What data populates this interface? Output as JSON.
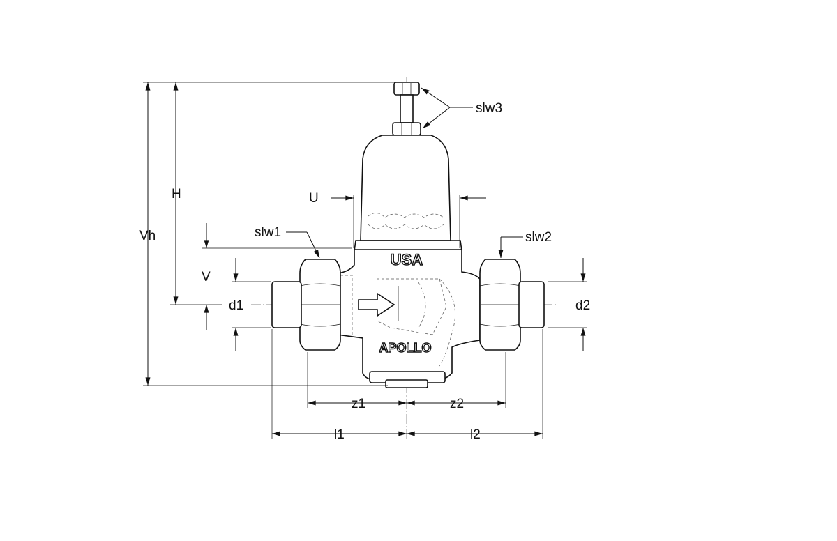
{
  "labels": {
    "slw3": "slw3",
    "slw1": "slw1",
    "slw2": "slw2",
    "H": "H",
    "U": "U",
    "Vh": "Vh",
    "V": "V",
    "d1": "d1",
    "d2": "d2",
    "z1": "z1",
    "z2": "z2",
    "l1": "l1",
    "l2": "l2"
  },
  "cast_marks": {
    "top": "USA",
    "bottom": "APOLLO"
  }
}
